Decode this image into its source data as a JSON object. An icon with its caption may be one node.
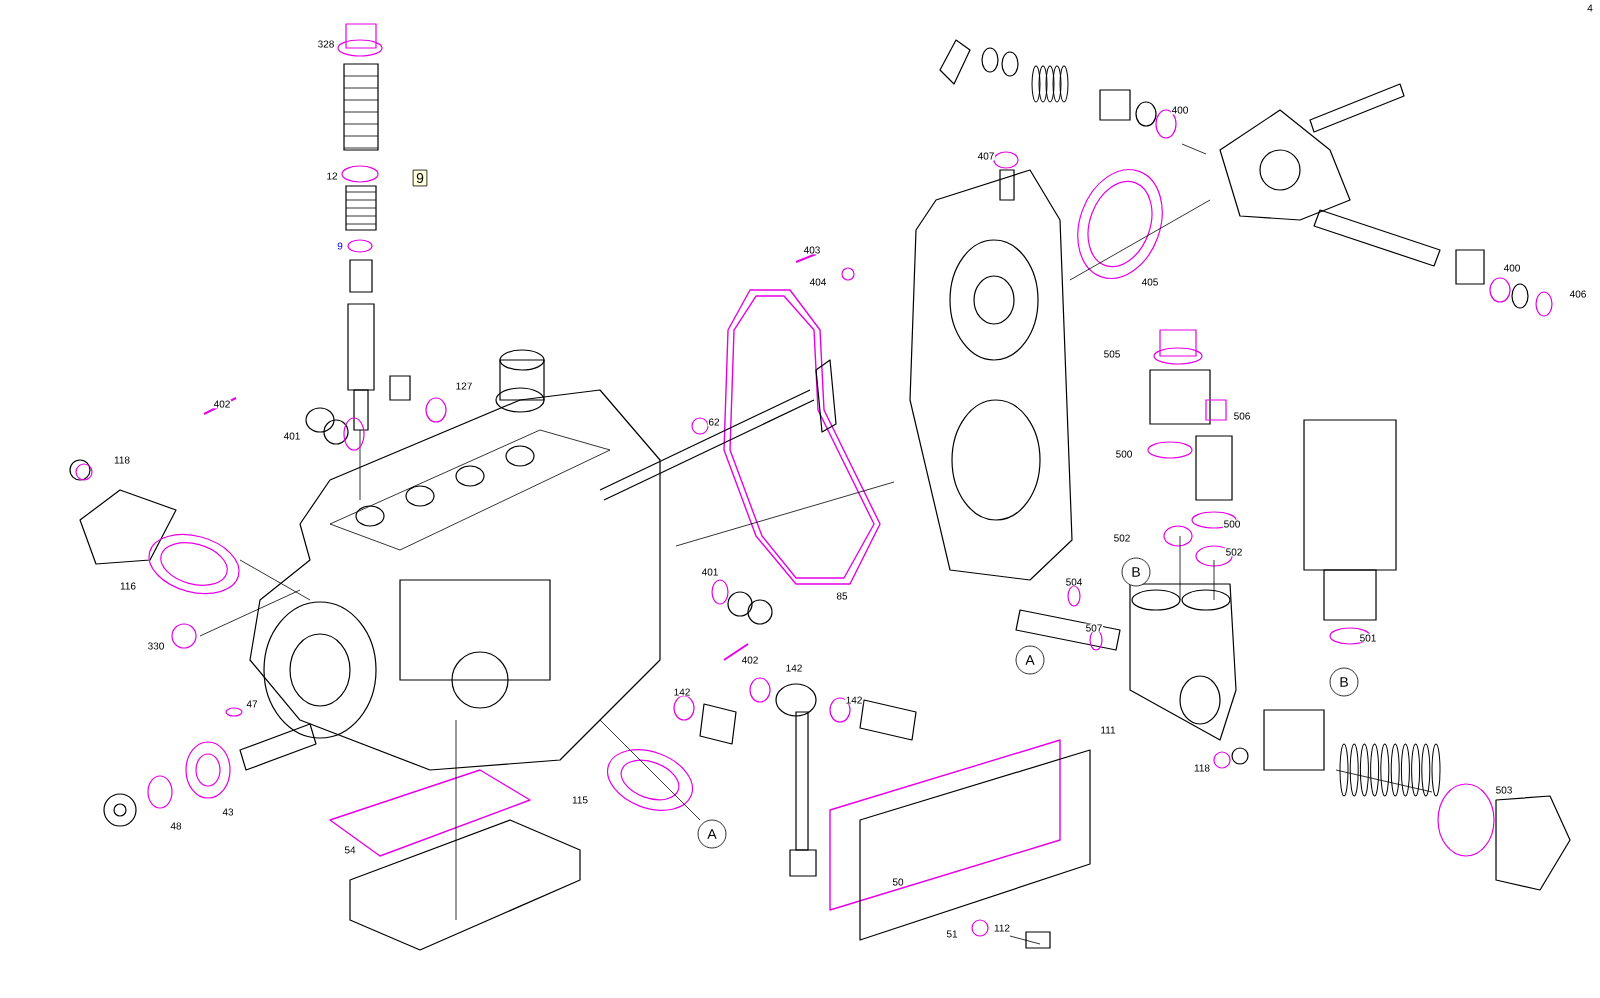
{
  "diagram": {
    "labels": [
      "4",
      "328",
      "400",
      "407",
      "12",
      "9",
      "9",
      "403",
      "405",
      "400",
      "406",
      "404",
      "505",
      "127",
      "402",
      "506",
      "62",
      "401",
      "500",
      "118",
      "500",
      "502",
      "502",
      "401",
      "B",
      "116",
      "504",
      "85",
      "507",
      "501",
      "330",
      "A",
      "402",
      "142",
      "B",
      "142",
      "142",
      "47",
      "111",
      "118",
      "503",
      "115",
      "43",
      "48",
      "A",
      "54",
      "50",
      "112",
      "51"
    ]
  }
}
